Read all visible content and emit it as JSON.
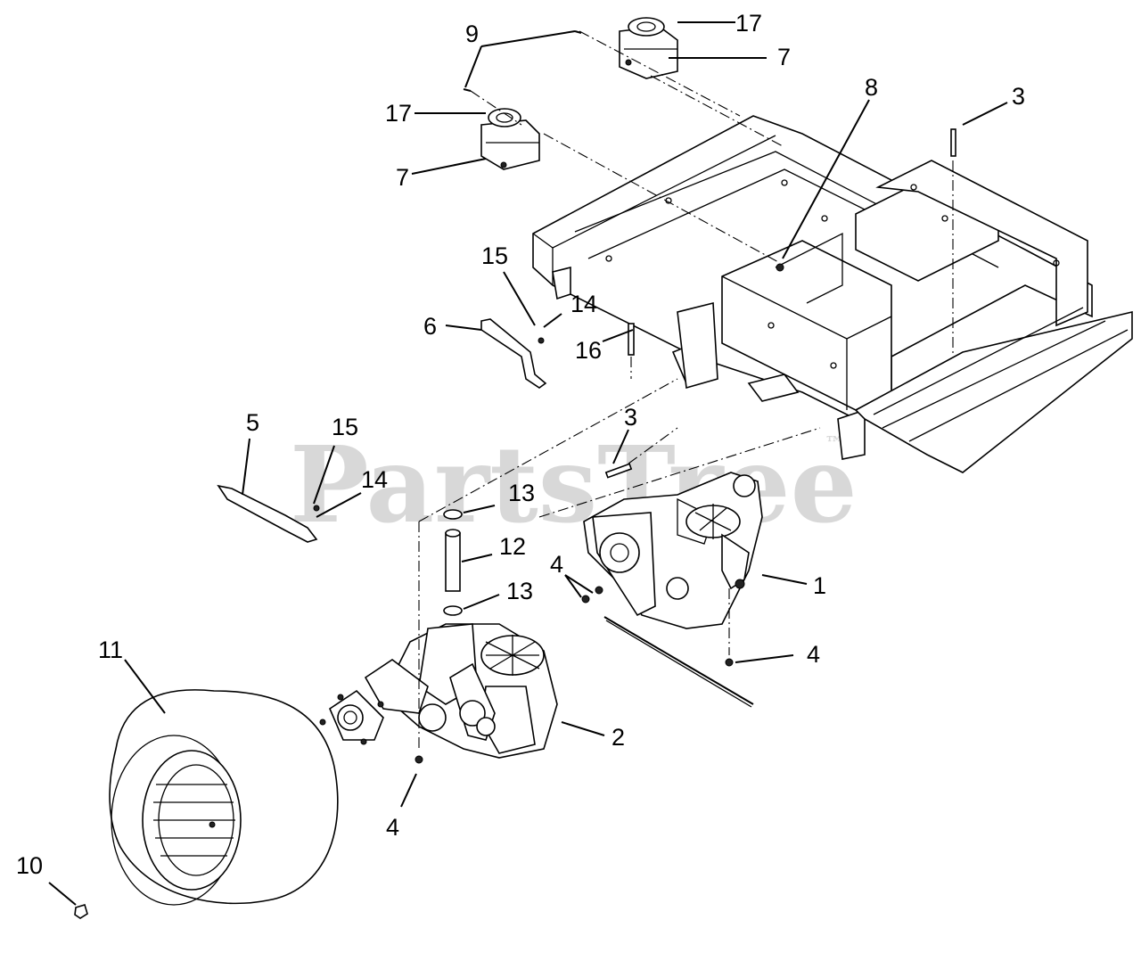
{
  "watermark": "PartsTree",
  "watermark_mark": "™",
  "callouts": {
    "c1": "1",
    "c2": "2",
    "c3_top": "3",
    "c3_mid": "3",
    "c4_left": "4",
    "c4_bottom": "4",
    "c4_right": "4",
    "c5": "5",
    "c6": "6",
    "c7_top": "7",
    "c7_left": "7",
    "c8": "8",
    "c9": "9",
    "c10": "10",
    "c11": "11",
    "c12": "12",
    "c13_top": "13",
    "c13_bottom": "13",
    "c14_top": "14",
    "c14_left": "14",
    "c15_top": "15",
    "c15_left": "15",
    "c16": "16",
    "c17_top": "17",
    "c17_left": "17"
  }
}
